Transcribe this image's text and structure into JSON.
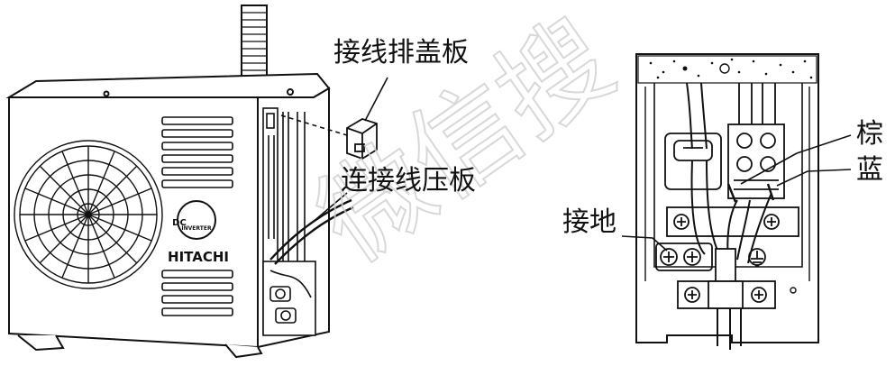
{
  "labels": {
    "cover_plate": "接线排盖板",
    "clamp_plate": "连接线压板",
    "ground": "接地",
    "brown": "棕",
    "blue": "蓝"
  },
  "unit": {
    "brand": "HITACHI",
    "badge_top": "DC",
    "badge_bottom": "INVERTER"
  },
  "watermark": "微信搜",
  "colors": {
    "ink": "#111111",
    "background": "#ffffff",
    "watermark": "#d6d6d6"
  }
}
